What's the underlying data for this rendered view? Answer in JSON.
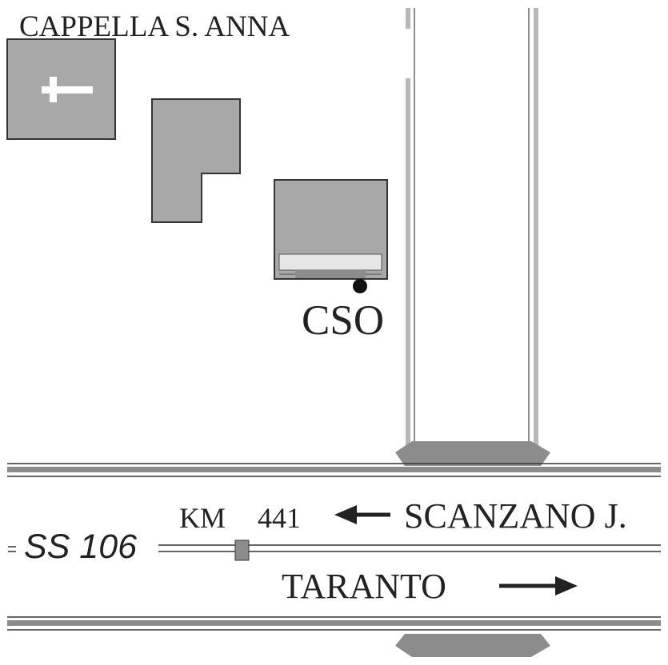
{
  "place_label": "CAPPELLA S. ANNA",
  "station_label": "CSO",
  "road": {
    "name": "SS 106",
    "km_label": "KM",
    "km_value": "441",
    "direction_left": "SCANZANO J.",
    "direction_right": "TARANTO"
  },
  "colors": {
    "building_fill": "#a8a8a8",
    "building_stroke": "#333333",
    "road_gray": "#8c8c8c",
    "text": "#222222",
    "background": "#ffffff"
  },
  "icons": {
    "chapel_symbol": "cross-icon",
    "station_marker": "station-dot-icon",
    "arrow_left": "arrow-left-icon",
    "arrow_right": "arrow-right-icon"
  }
}
